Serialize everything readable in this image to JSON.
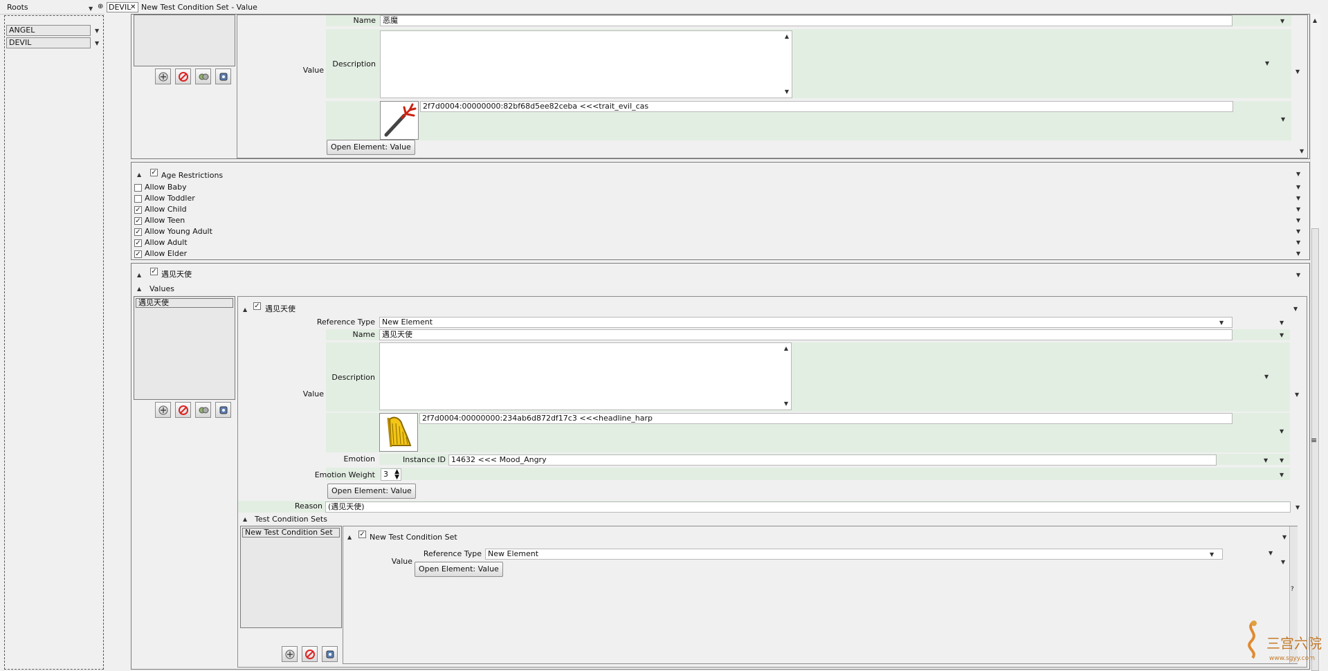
{
  "roots": {
    "title": "Roots",
    "pin": "⊕",
    "items": [
      "ANGEL",
      "DEVIL"
    ]
  },
  "tab": {
    "label": "DEVIL",
    "close": "✕",
    "path": "New Test Condition Set - Value"
  },
  "top_section": {
    "name_label": "Name",
    "name_value": "恶魔",
    "value_label": "Value",
    "description_label": "Description",
    "icon_ref": "2f7d0004:00000000:82bf68d5ee82ceba <<<trait_evil_cas",
    "icon": "trident-icon",
    "open_button": "Open Element: Value"
  },
  "age_restrictions": {
    "title": "Age Restrictions",
    "checked": true,
    "items": [
      {
        "label": "Allow Baby",
        "checked": false
      },
      {
        "label": "Allow Toddler",
        "checked": false
      },
      {
        "label": "Allow Child",
        "checked": true
      },
      {
        "label": "Allow Teen",
        "checked": true
      },
      {
        "label": "Allow Young Adult",
        "checked": true
      },
      {
        "label": "Allow Adult",
        "checked": true
      },
      {
        "label": "Allow Elder",
        "checked": true
      }
    ]
  },
  "angel_section": {
    "title": "遇见天使",
    "values_label": "Values",
    "list_item": "遇见天使",
    "inner_title": "遇见天使",
    "reference_type_label": "Reference Type",
    "reference_type_value": "New Element",
    "name_label": "Name",
    "name_value": "遇见天使",
    "value_label": "Value",
    "description_label": "Description",
    "icon_ref": "2f7d0004:00000000:234ab6d872df17c3 <<<headline_harp",
    "icon": "harp-icon",
    "emotion_label": "Emotion",
    "instance_id_label": "Instance ID",
    "instance_id_value": "14632 <<< Mood_Angry",
    "emotion_weight_label": "Emotion Weight",
    "emotion_weight_value": "3",
    "open_button": "Open Element: Value",
    "reason_label": "Reason",
    "reason_value": "(遇见天使)"
  },
  "test_condition_sets": {
    "title": "Test Condition Sets",
    "list_item": "New Test Condition Set",
    "inner_title": "New Test Condition Set",
    "reference_type_label": "Reference Type",
    "reference_type_value": "New Element",
    "value_label": "Value",
    "open_button": "Open Element: Value",
    "help": "?"
  },
  "watermark": {
    "text": "三宫六院",
    "url": "www.sgyy.com"
  },
  "colors": {
    "field_group_bg": "#e3eee3",
    "panel_bg": "#f0f0f0"
  }
}
